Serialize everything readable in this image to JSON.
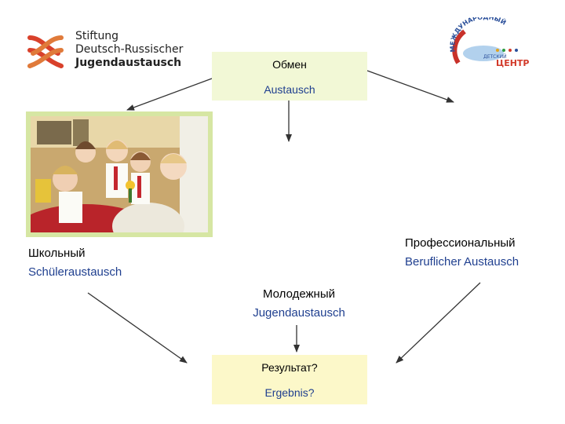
{
  "foundation_logo": {
    "line1": "Stiftung",
    "line2": "Deutsch-Russischer",
    "line3": "Jugendaustausch"
  },
  "center_logo": {
    "arc_text": "МЕЖДУНАРОДНЫЙ",
    "small_text": "ДЕТСКИЙ",
    "big_text": "ЦЕНТР"
  },
  "top_box": {
    "ru": "Обмен",
    "de": "Austausch"
  },
  "school": {
    "ru": "Школьный",
    "de": "Schüleraustausch"
  },
  "professional": {
    "ru": "Профессиональный",
    "de": "Beruflicher Austausch"
  },
  "youth": {
    "ru": "Молодежный",
    "de": "Jugendaustausch"
  },
  "result_box": {
    "ru": "Результат?",
    "de": "Ergebnis?"
  },
  "colors": {
    "top_box_bg": "#f2f8d6",
    "result_box_bg": "#fcf8c9",
    "german_text": "#1f3f8f",
    "photo_frame": "#d6e6a3",
    "arrow": "#333333"
  }
}
